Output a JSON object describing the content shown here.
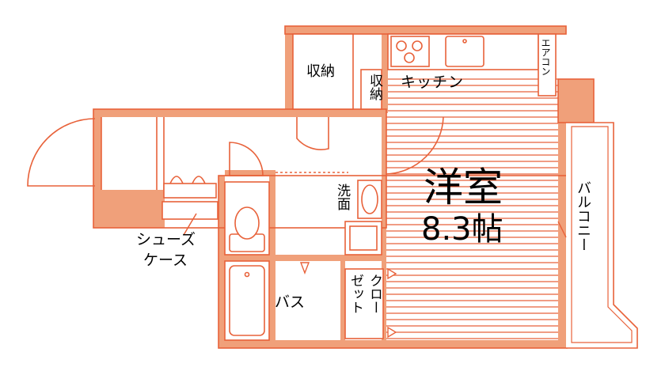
{
  "colors": {
    "wall": "#f0a07a",
    "line": "#e8623a",
    "floor": "#ffffff",
    "text": "#000000"
  },
  "rooms": {
    "main_room": {
      "name": "洋室",
      "size": "8.3帖"
    },
    "kitchen": "キッチン",
    "storage_1": "収納",
    "storage_2": "収納",
    "aircon": "エアコン",
    "washbasin": "洗面",
    "bath": "バス",
    "closet_col_1": "クロー",
    "closet_col_2": "ゼット",
    "balcony": "バルコニー",
    "shoe_case_line_1": "シューズ",
    "shoe_case_line_2": "ケース"
  }
}
